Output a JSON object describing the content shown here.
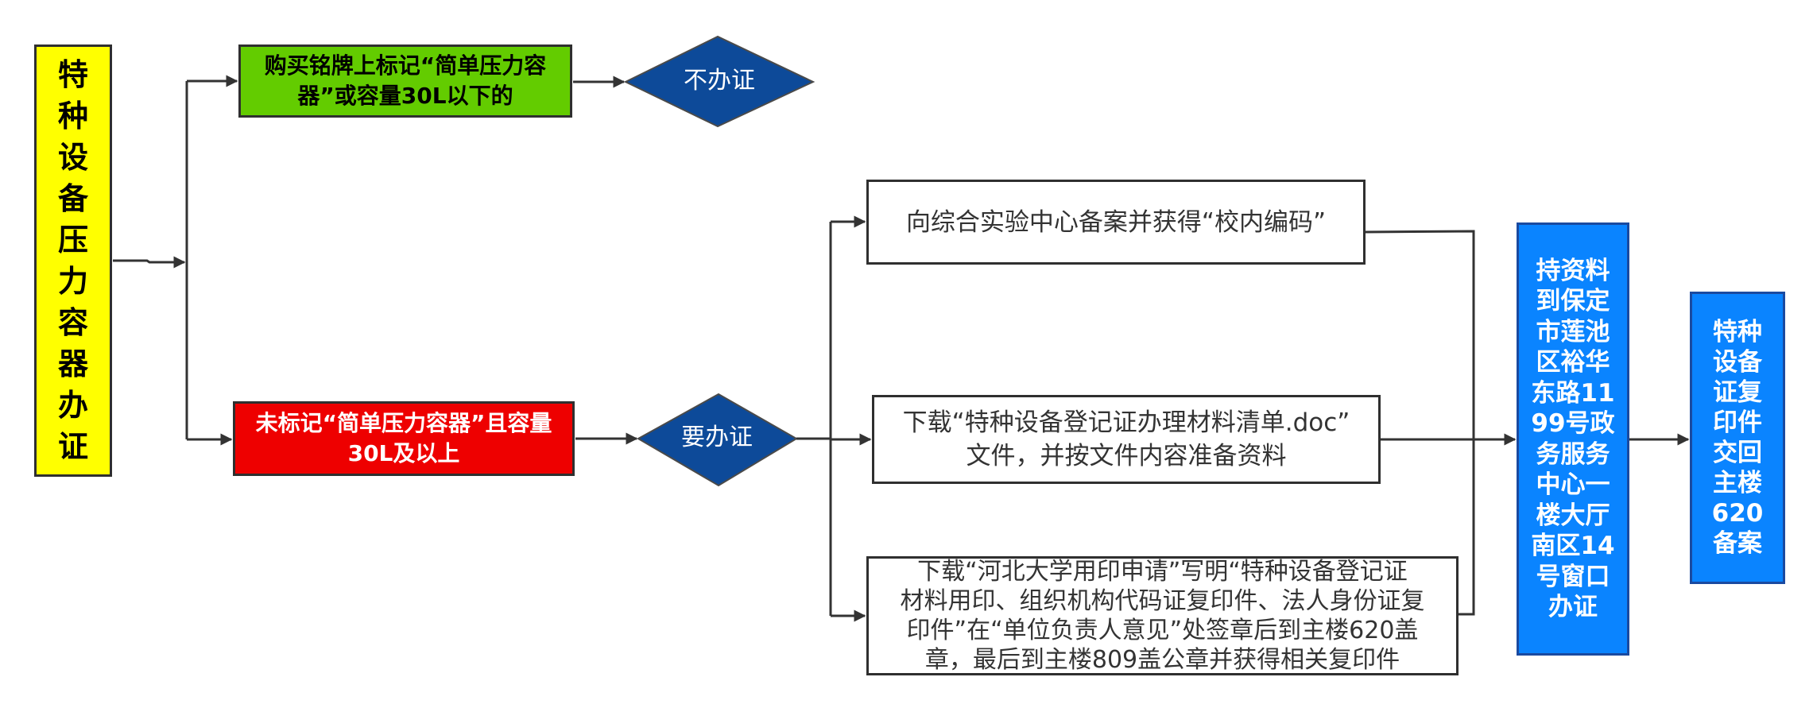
{
  "diagram": {
    "start": {
      "label": "特种设备压力容器办证",
      "color": "#ffff00"
    },
    "branch_exempt": {
      "label": "购买铭牌上标记“简单压力容器”或容量30L以下的",
      "color": "#63cc00"
    },
    "decision_exempt": {
      "label": "不办证",
      "color": "#0d4a99"
    },
    "branch_required": {
      "label": "未标记“简单压力容器”且容量30L及以上",
      "color": "#ee0000"
    },
    "decision_required": {
      "label": "要办证",
      "color": "#0d4a99"
    },
    "step_record": {
      "label": "向综合实验中心备案并获得“校内编码”"
    },
    "step_download_list": {
      "line1": "下载“特种设备登记证办理材料清单.doc”",
      "line2": "文件，并按文件内容准备资料"
    },
    "step_seal": {
      "line1": "下载“河北大学用印申请”写明“特种设备登记证",
      "line2": "材料用印、组织机构代码证复印件、法人身份证复",
      "line3": "印件”在“单位负责人意见”处签章后到主楼620盖",
      "line4": "章，最后到主楼809盖公章并获得相关复印件"
    },
    "step_office": {
      "label": "持资料到保定市莲池区裕华东路1199号政务服务中心一楼大厅南区14号窗口办证",
      "color": "#0a84ff"
    },
    "step_return": {
      "label": "特种设备证复印件交回主楼620备案",
      "color": "#0a84ff"
    }
  }
}
